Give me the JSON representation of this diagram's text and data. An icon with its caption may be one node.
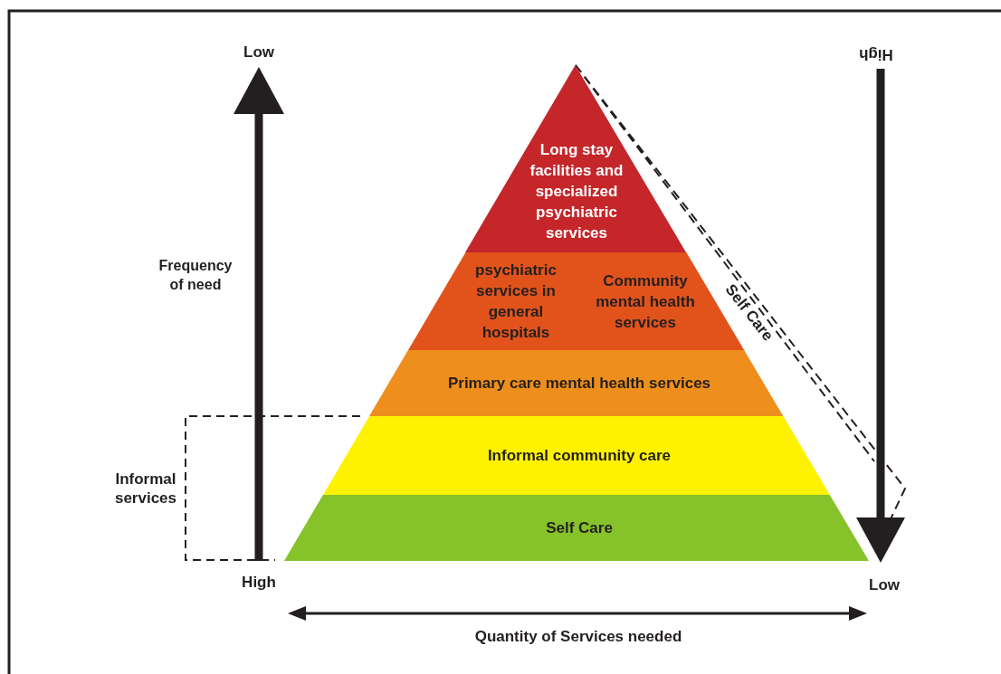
{
  "diagram": {
    "nodes": [
      {
        "text": [
          "Long stay facilities and specialized psychiatric services"
        ]
      },
      {
        "text": [
          "psychiatric services in general hospitals"
        ]
      },
      {
        "text": [
          "Community mental health services"
        ]
      },
      {
        "text": [
          "Primary care mental health services"
        ]
      },
      {
        "text": [
          "Informal community care"
        ]
      },
      {
        "text": [
          "Self Care"
        ]
      }
    ],
    "edges": [],
    "labels": [
      "Low",
      "High",
      "Frequency of need",
      "Informal services",
      "High",
      "Self Care",
      "Low",
      "Quantity of Services needed"
    ]
  }
}
